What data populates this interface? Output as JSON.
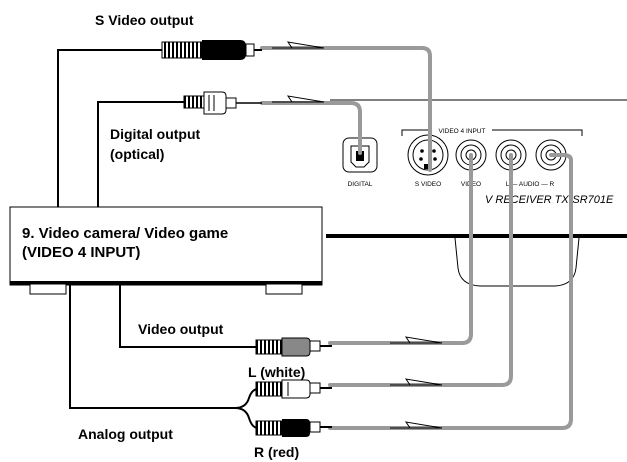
{
  "labels": {
    "s_video_output": "S Video output",
    "digital_output_line1": "Digital output",
    "digital_output_line2": "(optical)",
    "video_output": "Video output",
    "l_white": "L (white)",
    "analog_output": "Analog output",
    "r_red": "R (red)"
  },
  "device": {
    "line1": "9. Video camera/ Video game",
    "line2": "(VIDEO 4 INPUT)"
  },
  "receiver": {
    "group_label": "VIDEO 4 INPUT",
    "jack_labels": {
      "digital": "DIGITAL",
      "s_video": "S VIDEO",
      "video": "VIDEO",
      "audio": "L — AUDIO — R"
    },
    "model_text": "V RECEIVER  TX-SR701E"
  },
  "colors": {
    "cable_black": "#000000",
    "cable_gray": "#9a9a9a",
    "plug_gray": "#888888",
    "background": "#ffffff"
  },
  "icons": [
    "s-video-plug-icon",
    "optical-plug-icon",
    "rca-plug-icon",
    "signal-arrow-icon"
  ]
}
